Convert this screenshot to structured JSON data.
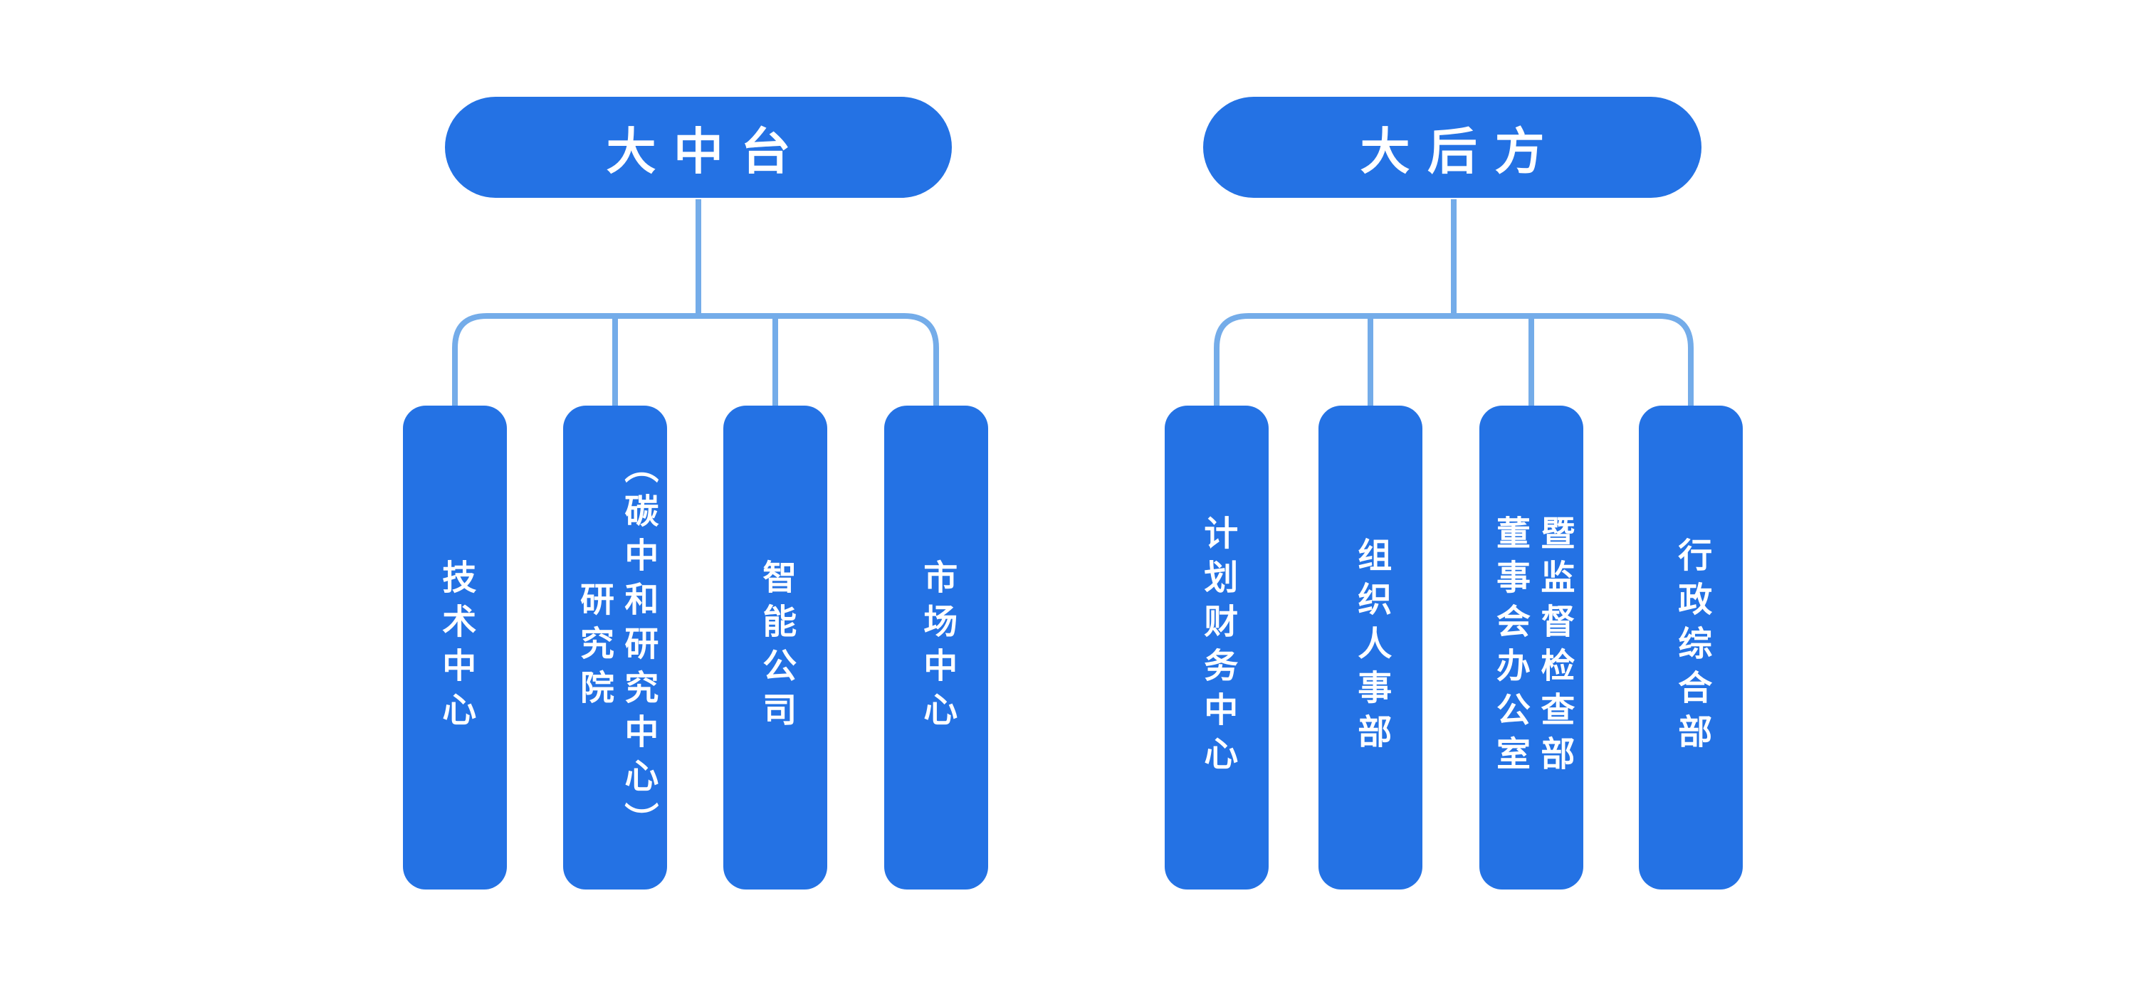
{
  "diagram": {
    "type": "org-chart",
    "colors": {
      "node_fill": "#2472E4",
      "connector": "#74ACE9",
      "text": "#FFFFFF",
      "background": "#FFFFFF"
    },
    "groups": [
      {
        "title": "大中台",
        "children": [
          {
            "label": "技术中心"
          },
          {
            "label": "研究院\n（碳中和研究中心）"
          },
          {
            "label": "智能公司"
          },
          {
            "label": "市场中心"
          }
        ]
      },
      {
        "title": "大后方",
        "children": [
          {
            "label": "计划财务中心"
          },
          {
            "label": "组织人事部"
          },
          {
            "label": "董事会办公室\n暨监督检查部"
          },
          {
            "label": "行政综合部"
          }
        ]
      }
    ]
  }
}
